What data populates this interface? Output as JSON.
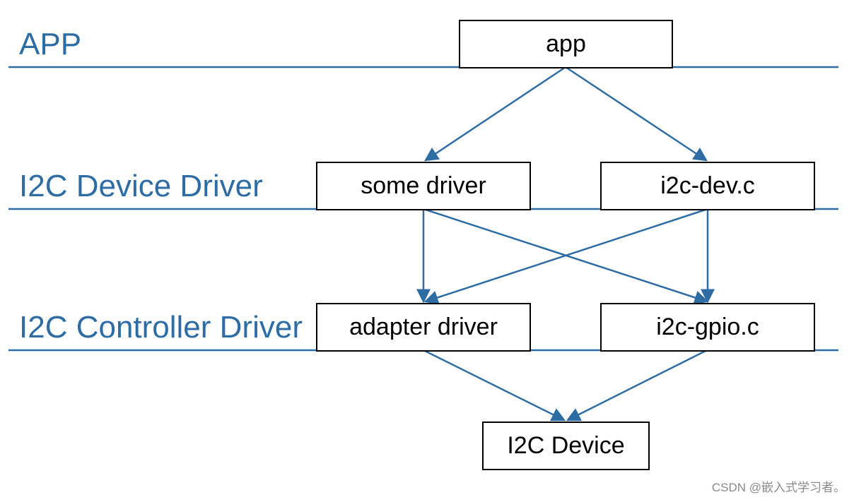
{
  "colors": {
    "accent": "#2e6da4",
    "node_border": "#000000",
    "node_text": "#000000",
    "watermark": "#8a8a8a"
  },
  "layers": {
    "app": "APP",
    "device_driver": "I2C Device Driver",
    "controller_driver": "I2C Controller Driver"
  },
  "nodes": {
    "app": "app",
    "some_driver": "some driver",
    "i2c_dev": "i2c-dev.c",
    "adapter_driver": "adapter driver",
    "i2c_gpio": "i2c-gpio.c",
    "i2c_device": "I2C Device"
  },
  "edges": [
    {
      "from": "app",
      "to": "some driver"
    },
    {
      "from": "app",
      "to": "i2c-dev.c"
    },
    {
      "from": "some driver",
      "to": "adapter driver"
    },
    {
      "from": "some driver",
      "to": "i2c-gpio.c"
    },
    {
      "from": "i2c-dev.c",
      "to": "adapter driver"
    },
    {
      "from": "i2c-dev.c",
      "to": "i2c-gpio.c"
    },
    {
      "from": "adapter driver",
      "to": "I2C Device"
    },
    {
      "from": "i2c-gpio.c",
      "to": "I2C Device"
    }
  ],
  "watermark": "CSDN @嵌入式学习者。"
}
